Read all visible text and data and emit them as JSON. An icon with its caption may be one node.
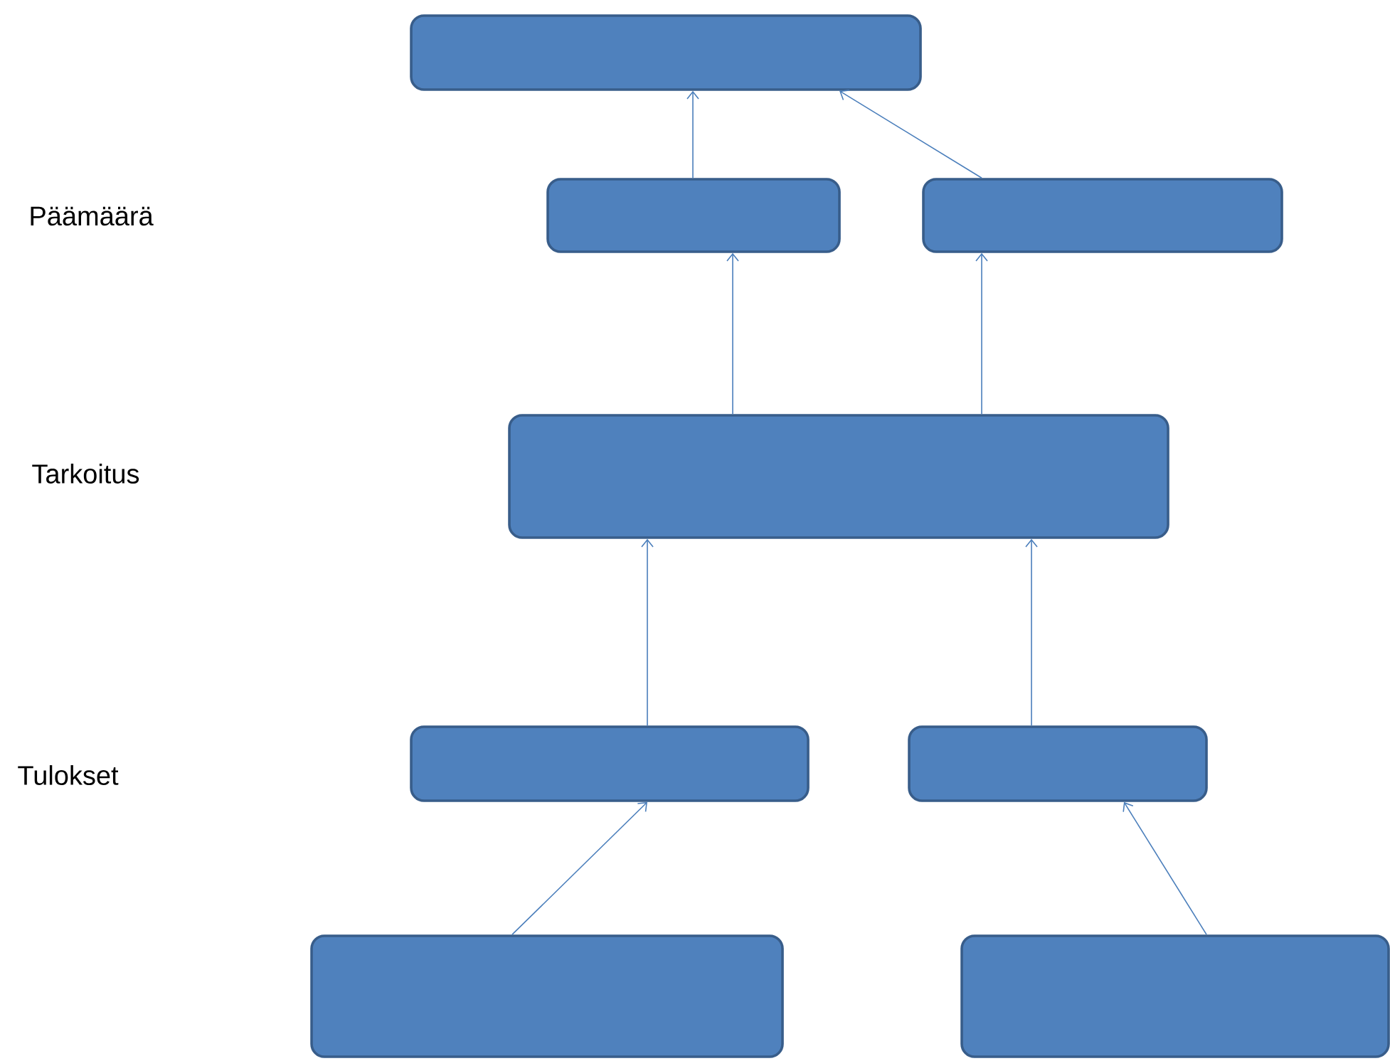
{
  "diagram": {
    "nodes": [
      {
        "text": [],
        "shape": "box"
      },
      {
        "text": [],
        "shape": "box"
      },
      {
        "text": [],
        "shape": "box"
      },
      {
        "text": [],
        "shape": "box"
      },
      {
        "text": [],
        "shape": "box"
      },
      {
        "text": [],
        "shape": "box"
      },
      {
        "text": [],
        "shape": "box"
      },
      {
        "text": [],
        "shape": "box"
      }
    ],
    "edges": [
      {
        "from": 1,
        "to": 0,
        "arrow": "to"
      },
      {
        "from": 2,
        "to": 0,
        "arrow": "to"
      },
      {
        "from": 3,
        "to": 1,
        "arrow": "to"
      },
      {
        "from": 3,
        "to": 2,
        "arrow": "to"
      },
      {
        "from": 4,
        "to": 3,
        "arrow": "to"
      },
      {
        "from": 5,
        "to": 3,
        "arrow": "to"
      },
      {
        "from": 6,
        "to": 4,
        "arrow": "to"
      },
      {
        "from": 7,
        "to": 5,
        "arrow": "to"
      }
    ],
    "labels": [
      "Päämäärä",
      "Tarkoitus",
      "Tulokset"
    ]
  }
}
